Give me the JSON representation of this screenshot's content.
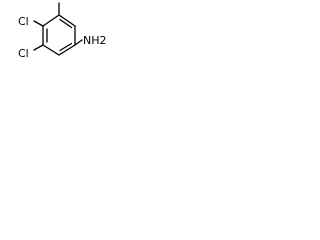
{
  "molecule": {
    "labels": {
      "cl_upper": "Cl",
      "cl_lower": "Cl",
      "amine": "NH2"
    }
  },
  "colors": {
    "bond": "#000000",
    "text": "#000000",
    "background": "#ffffff"
  }
}
